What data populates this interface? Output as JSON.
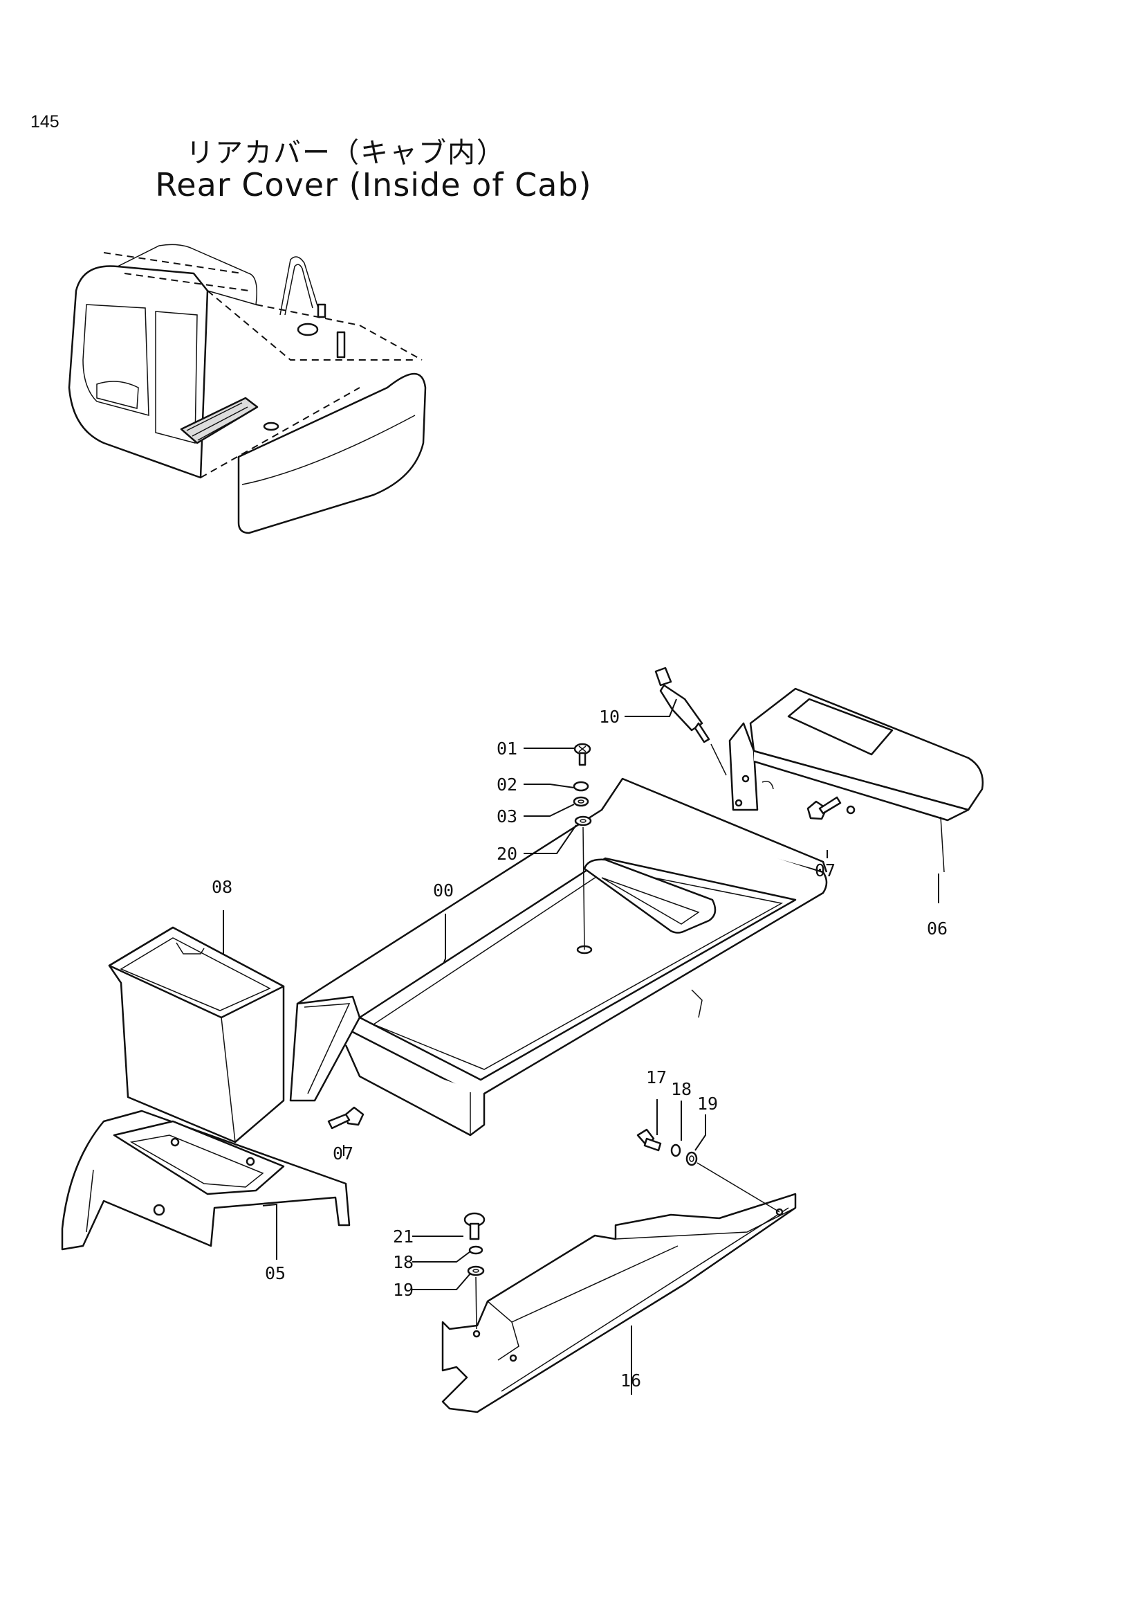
{
  "page_number": "145",
  "title_ja": "リアカバー（キャブ内）",
  "title_en": "Rear Cover (Inside of Cab)",
  "callouts": {
    "p00": "00",
    "p01": "01",
    "p02": "02",
    "p03": "03",
    "p20a": "20",
    "p05": "05",
    "p06": "06",
    "p07a": "07",
    "p07b": "07",
    "p08": "08",
    "p10": "10",
    "p16": "16",
    "p17": "17",
    "p18a": "18",
    "p19a": "19",
    "p21": "21",
    "p18b": "18",
    "p19b": "19"
  }
}
